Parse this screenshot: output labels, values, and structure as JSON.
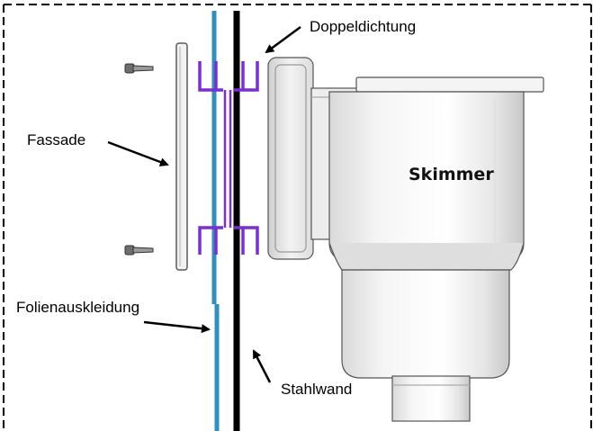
{
  "labels": {
    "doppeldichtung": "Doppeldichtung",
    "fassade": "Fassade",
    "skimmer": "Skimmer",
    "folienauskleidung": "Folienauskleidung",
    "stahlwand": "Stahlwand"
  },
  "colors": {
    "liner": "#2f8fc0",
    "steel_wall": "#000000",
    "gasket": "#7a2fd0",
    "frame": "#7a7a7a",
    "arrow": "#000000"
  },
  "icons": {
    "screw": "screw-icon",
    "skimmer_body": "skimmer-body-icon"
  }
}
